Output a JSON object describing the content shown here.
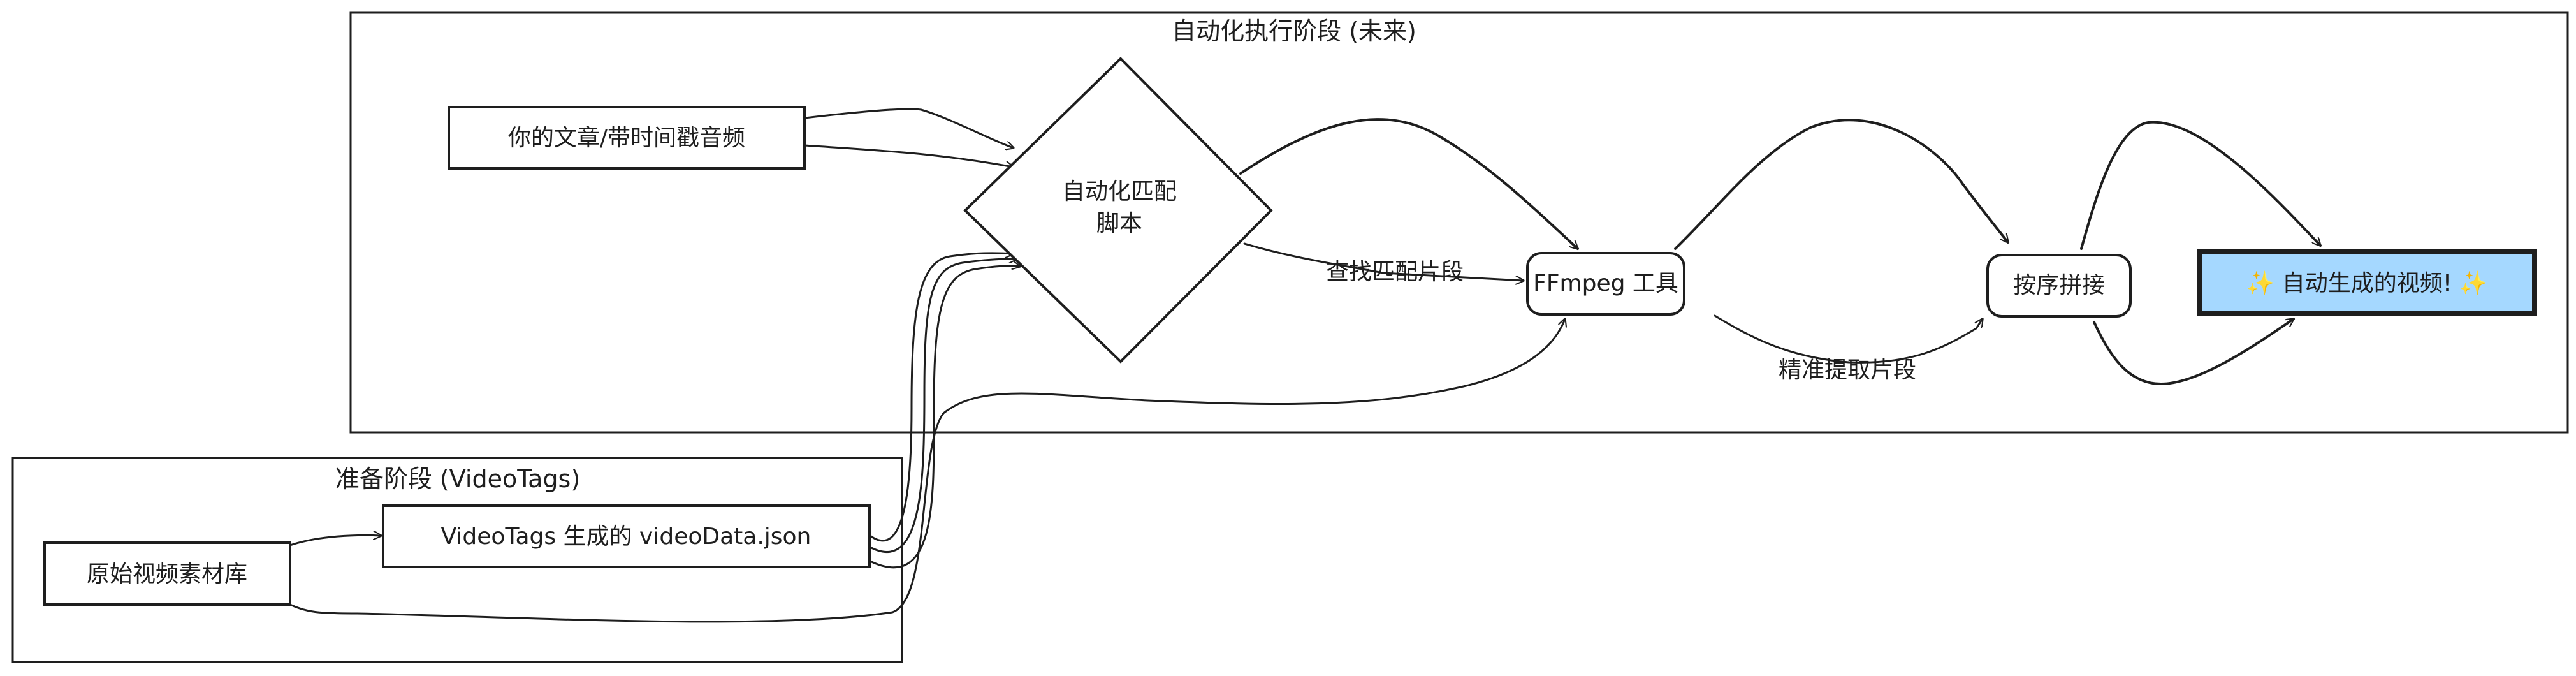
{
  "groups": {
    "exec": {
      "title": "自动化执行阶段 (未来)"
    },
    "prep": {
      "title": "准备阶段 (VideoTags)"
    }
  },
  "nodes": {
    "article": "你的文章/带时间戳音频",
    "script_line1": "自动化匹配",
    "script_line2": "脚本",
    "ffmpeg": "FFmpeg 工具",
    "concat": "按序拼接",
    "output": "✨ 自动生成的视频! ✨",
    "library": "原始视频素材库",
    "videodata": "VideoTags 生成的 videoData.json"
  },
  "edges": {
    "find_clips": "查找匹配片段",
    "extract_clips": "精准提取片段"
  },
  "colors": {
    "stroke": "#1e1e1e",
    "output_fill": "#a5d8ff",
    "background": "#ffffff"
  }
}
